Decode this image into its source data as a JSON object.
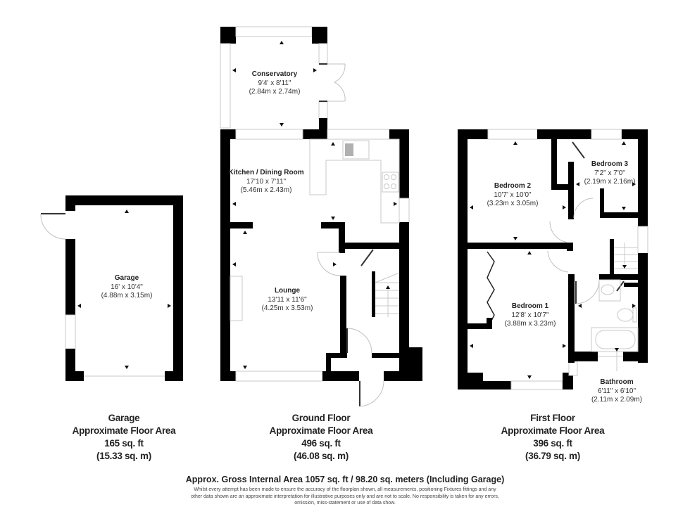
{
  "plans": {
    "garage": {
      "rooms": [
        {
          "name": "Garage",
          "imperial": "16' x 10'4\"",
          "metric": "(4.88m x 3.15m)"
        }
      ],
      "summary": {
        "title": "Garage",
        "subtitle": "Approximate Floor Area",
        "sq_ft": "165 sq. ft",
        "sq_m": "(15.33 sq. m)"
      }
    },
    "ground_floor": {
      "rooms": [
        {
          "name": "Conservatory",
          "imperial": "9'4' x 8'11\"",
          "metric": "(2.84m x 2.74m)"
        },
        {
          "name": "Kitchen / Dining Room",
          "imperial": "17'10 x 7'11\"",
          "metric": "(5.46m x 2.43m)"
        },
        {
          "name": "Lounge",
          "imperial": "13'11 x 11'6\"",
          "metric": "(4.25m x 3.53m)"
        }
      ],
      "summary": {
        "title": "Ground Floor",
        "subtitle": "Approximate Floor Area",
        "sq_ft": "496 sq. ft",
        "sq_m": "(46.08 sq. m)"
      }
    },
    "first_floor": {
      "rooms": [
        {
          "name": "Bedroom 2",
          "imperial": "10'7' x 10'0\"",
          "metric": "(3.23m x 3.05m)"
        },
        {
          "name": "Bedroom 3",
          "imperial": "7'2\" x 7'0\"",
          "metric": "(2.19m x 2.16m)"
        },
        {
          "name": "Bedroom 1",
          "imperial": "12'8' x 10'7\"",
          "metric": "(3.88m x 3.23m)"
        },
        {
          "name": "Bathroom",
          "imperial": "6'11\" x 6'10\"",
          "metric": "(2.11m x 2.09m)"
        }
      ],
      "summary": {
        "title": "First Floor",
        "subtitle": "Approximate Floor Area",
        "sq_ft": "396 sq. ft",
        "sq_m": "(36.79 sq. m)"
      }
    }
  },
  "footer": {
    "gross_area": "Approx. Gross Internal Area 1057 sq. ft / 98.20 sq. meters (Including Garage)",
    "disclaimer": "Whilst every attempt has been made to ensure the accuracy of the floorplan shown, all measurements, positioning Fixtures fittings and any other data shown are an approximate interpretation for illustrative purposes only  and are not to scale. No responsibility is taken for any errors, omission, miss-statement or use of data show."
  },
  "colors": {
    "wall": "#000000",
    "fixture_line": "#c8c8c8",
    "background": "#ffffff"
  }
}
